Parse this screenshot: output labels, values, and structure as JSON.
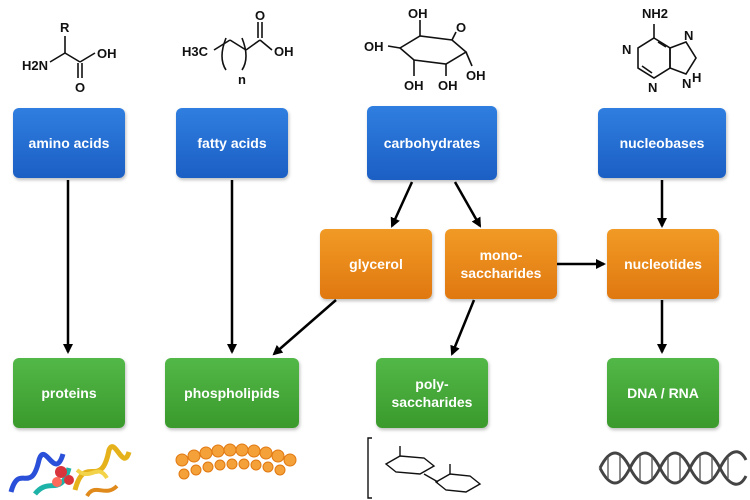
{
  "nodes": {
    "amino_acids": "amino acids",
    "fatty_acids": "fatty acids",
    "carbohydrates": "carbohydrates",
    "nucleobases": "nucleobases",
    "glycerol": "glycerol",
    "monosaccharides": "mono-\nsaccharides",
    "nucleotides": "nucleotides",
    "proteins": "proteins",
    "phospholipids": "phospholipids",
    "polysaccharides": "poly-\nsaccharides",
    "dna_rna": "DNA / RNA"
  },
  "structures": {
    "amino_acid": {
      "r": "R",
      "nh2": "H2N",
      "oh": "OH",
      "o": "O"
    },
    "fatty_acid": {
      "ch3": "H3C",
      "n": "n",
      "oh": "OH",
      "o": "O"
    },
    "sugar": {
      "oh_labels": [
        "OH",
        "OH",
        "OH",
        "OH",
        "OH"
      ],
      "o": "O"
    },
    "adenine": {
      "nh2": "NH2",
      "n_labels": [
        "N",
        "N",
        "N",
        "N"
      ],
      "h": "H"
    }
  },
  "colors": {
    "source": "#2f7ee0",
    "intermediate": "#f19a25",
    "product": "#52b848",
    "arrow": "#000000"
  }
}
